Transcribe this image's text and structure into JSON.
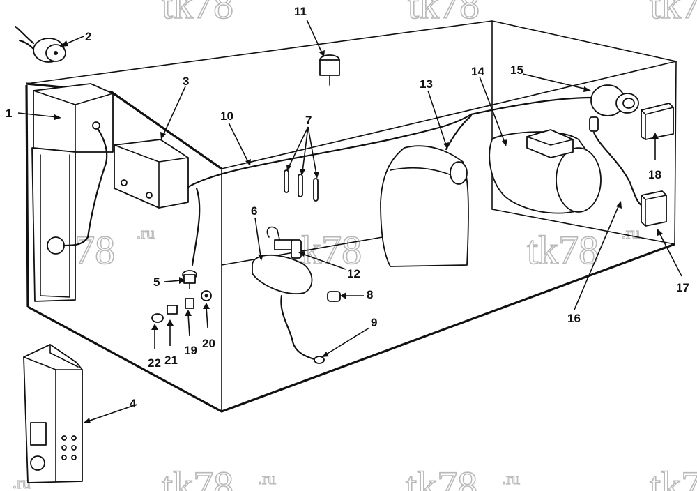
{
  "diagram": {
    "callouts": [
      {
        "id": "1",
        "text": "1"
      },
      {
        "id": "2",
        "text": "2"
      },
      {
        "id": "3",
        "text": "3"
      },
      {
        "id": "4",
        "text": "4"
      },
      {
        "id": "5",
        "text": "5"
      },
      {
        "id": "6",
        "text": "6"
      },
      {
        "id": "7",
        "text": "7"
      },
      {
        "id": "8",
        "text": "8"
      },
      {
        "id": "9",
        "text": "9"
      },
      {
        "id": "10",
        "text": "10"
      },
      {
        "id": "11",
        "text": "11"
      },
      {
        "id": "12",
        "text": "12"
      },
      {
        "id": "13",
        "text": "13"
      },
      {
        "id": "14",
        "text": "14"
      },
      {
        "id": "15",
        "text": "15"
      },
      {
        "id": "16",
        "text": "16"
      },
      {
        "id": "17",
        "text": "17"
      },
      {
        "id": "18",
        "text": "18"
      },
      {
        "id": "19",
        "text": "19"
      },
      {
        "id": "20",
        "text": "20"
      },
      {
        "id": "21",
        "text": "21"
      },
      {
        "id": "22",
        "text": "22"
      }
    ],
    "watermarks": [
      {
        "text": "tk78"
      },
      {
        "text": ".ru"
      }
    ]
  }
}
